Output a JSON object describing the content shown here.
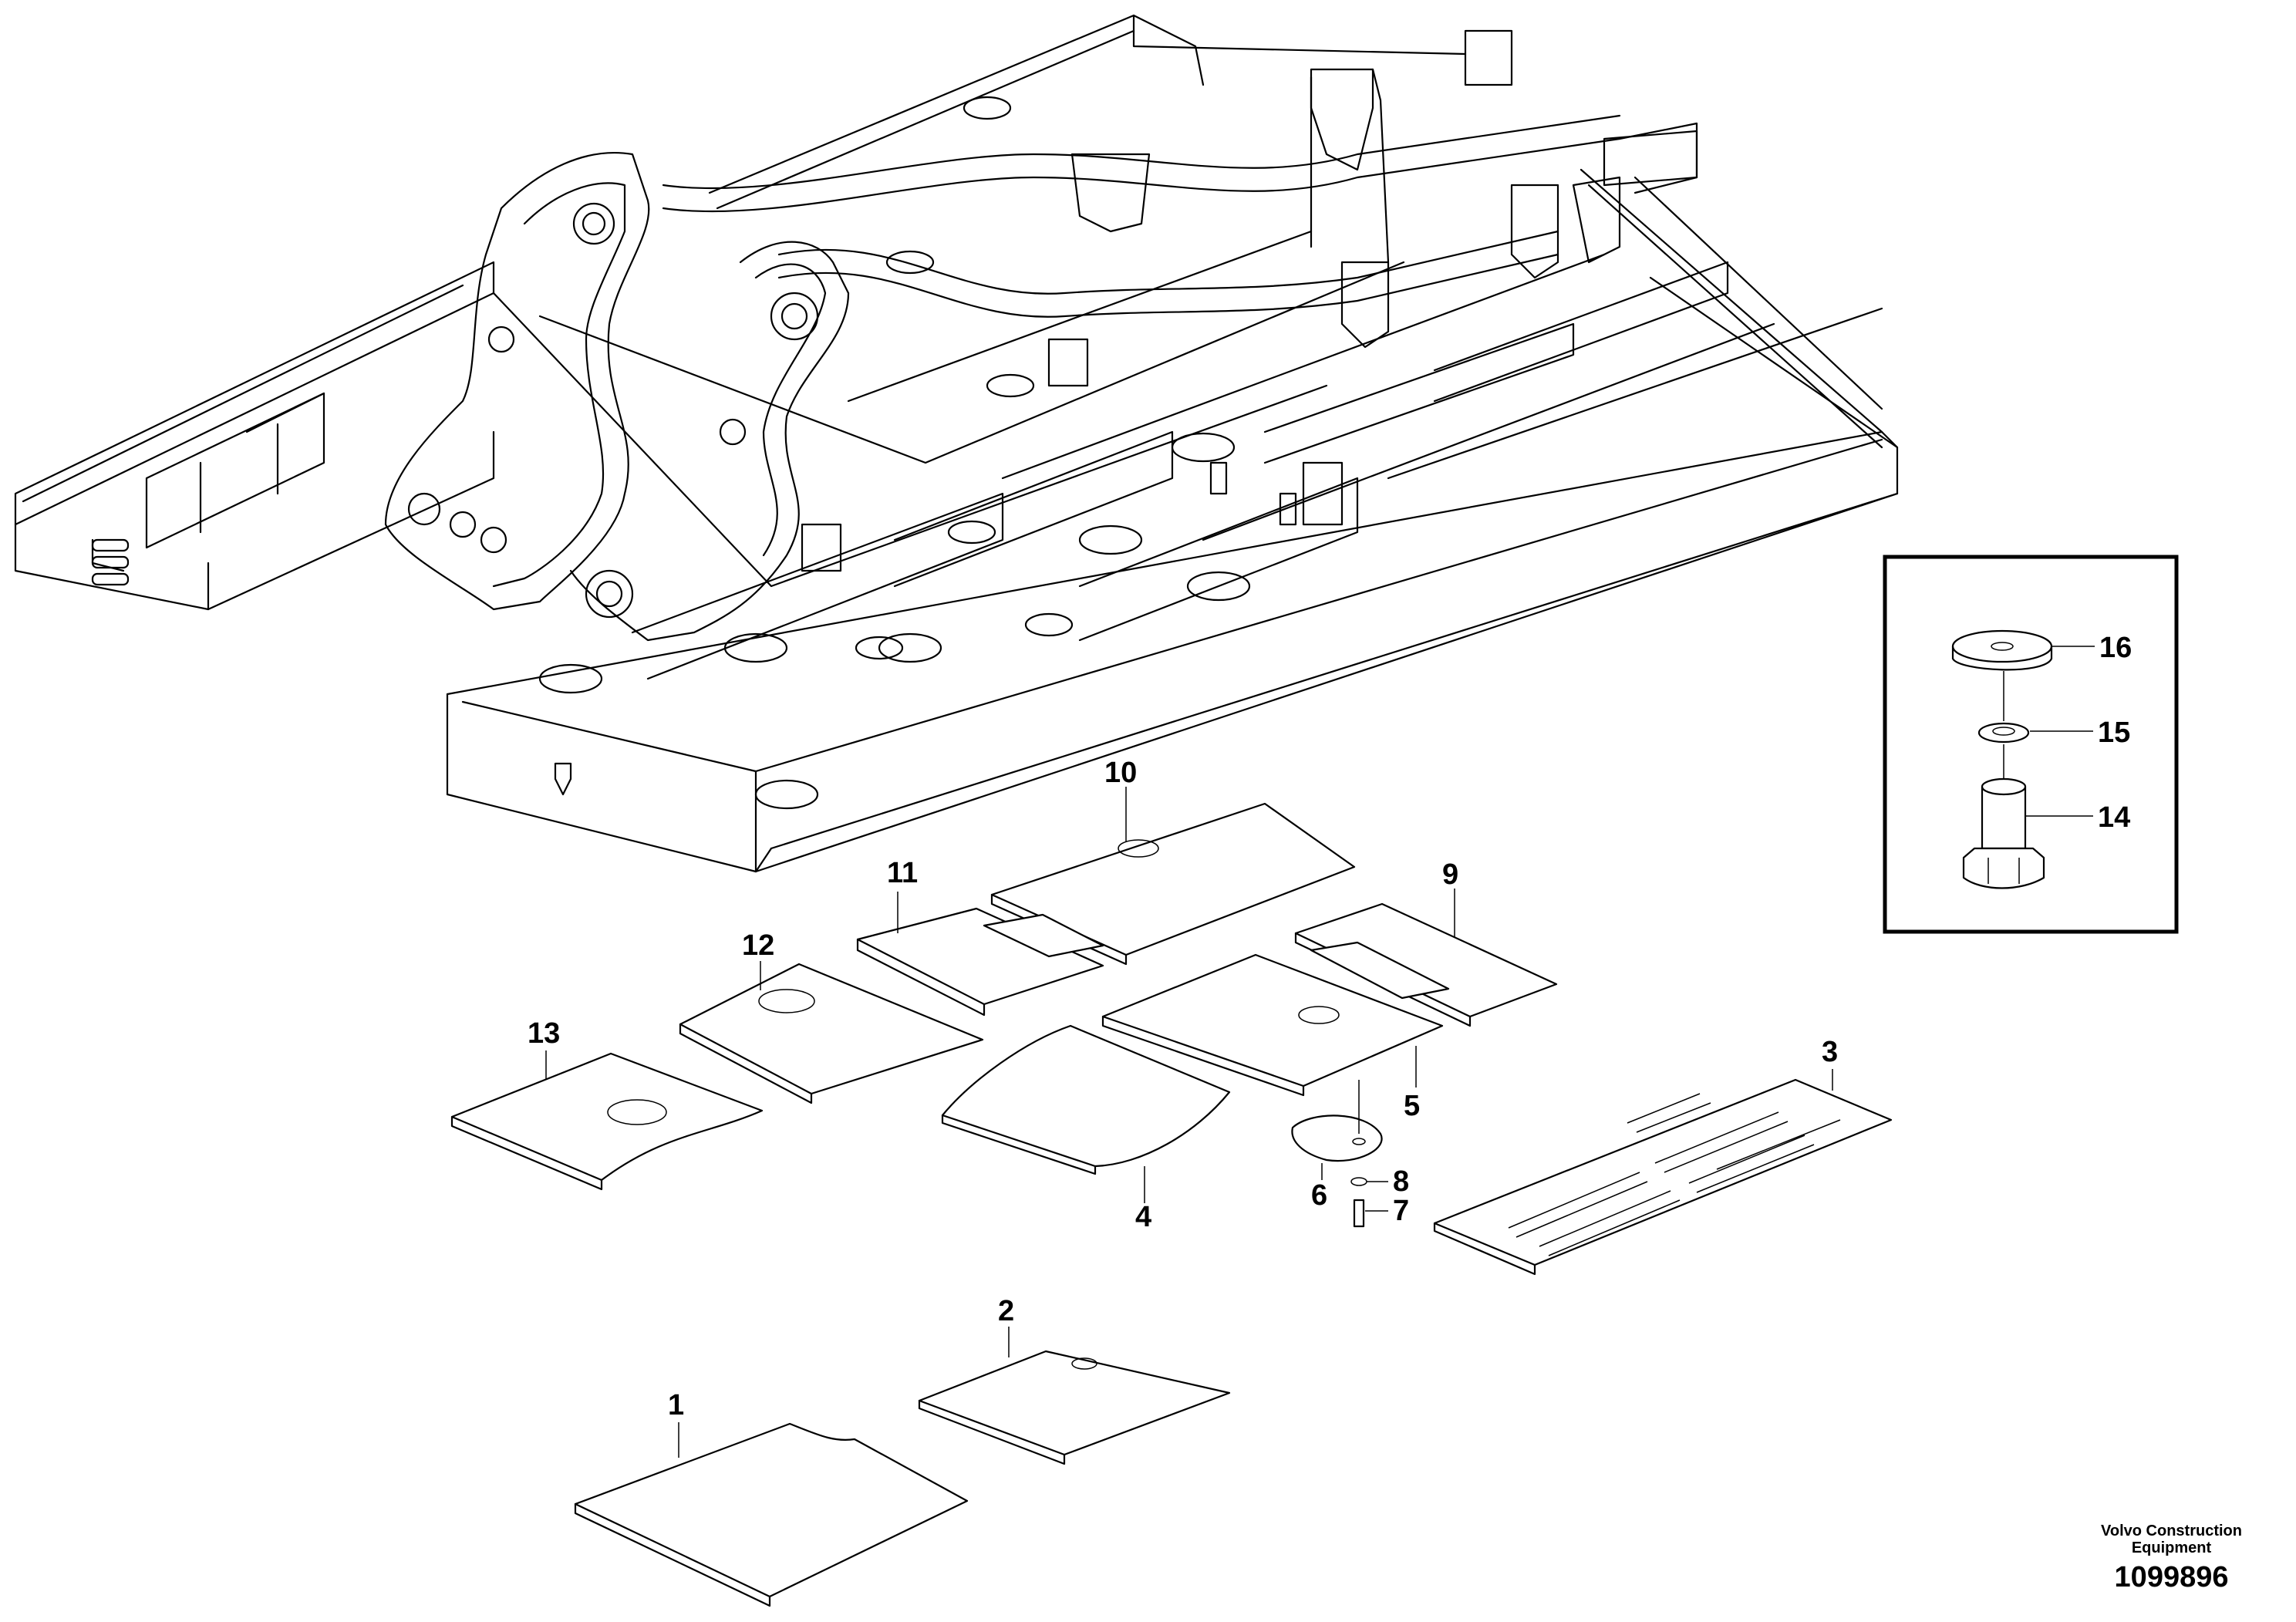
{
  "callouts": [
    "1",
    "2",
    "3",
    "4",
    "5",
    "6",
    "7",
    "8",
    "9",
    "10",
    "11",
    "12",
    "13",
    "14",
    "15",
    "16"
  ],
  "footer": {
    "company_line1": "Volvo Construction",
    "company_line2": "Equipment",
    "drawing_number": "1099896"
  }
}
